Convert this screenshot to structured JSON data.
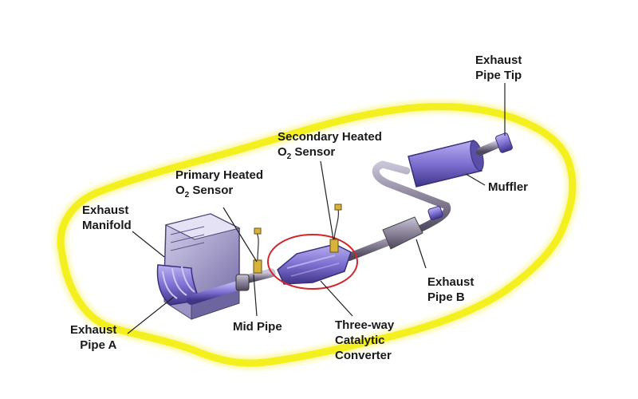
{
  "colors": {
    "car_outline": "#f4ef1e",
    "car_outline_glow": "#fbf8a8",
    "pipe": "#6a6478",
    "component": "#8b7fd6",
    "component_dark": "#4b3f9a",
    "highlight_circle": "#d1262c",
    "leader": "#222222"
  },
  "labels": {
    "exhaust_pipe_tip": {
      "line1": "Exhaust",
      "line2": "Pipe Tip"
    },
    "secondary_o2": {
      "line1": "Secondary Heated",
      "line2a": "O",
      "line2sub": "2",
      "line2b": " Sensor"
    },
    "primary_o2": {
      "line1": "Primary Heated",
      "line2a": "O",
      "line2sub": "2",
      "line2b": " Sensor"
    },
    "exhaust_manifold": {
      "line1": "Exhaust",
      "line2": "Manifold"
    },
    "muffler": {
      "line1": "Muffler"
    },
    "exhaust_pipe_b": {
      "line1": "Exhaust",
      "line2": "Pipe B"
    },
    "exhaust_pipe_a": {
      "line1": "Exhaust",
      "line2": "Pipe A"
    },
    "mid_pipe": {
      "line1": "Mid Pipe"
    },
    "catalytic_converter": {
      "line1": "Three-way",
      "line2": "Catalytic",
      "line3": "Converter"
    }
  }
}
